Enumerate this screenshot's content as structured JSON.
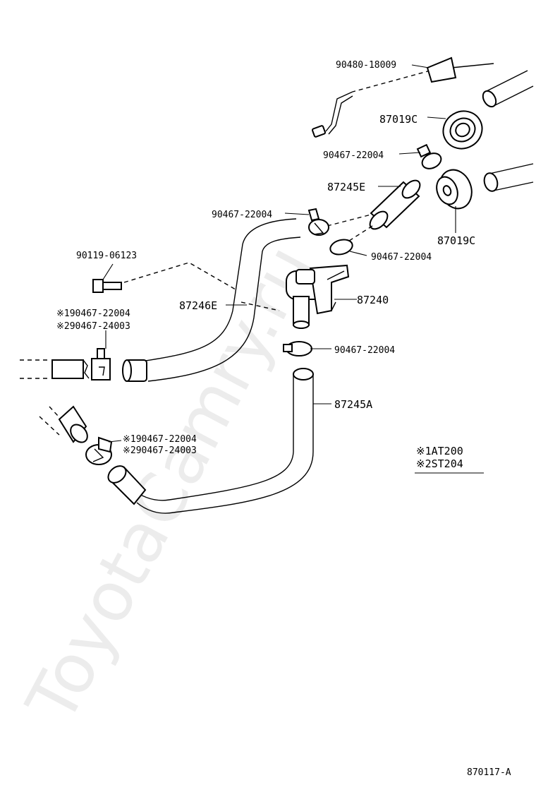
{
  "watermark": "ToyotaCamry.ru",
  "figure_code": "870117-A",
  "legend": {
    "items": [
      {
        "mark": "※1",
        "text": "AT200"
      },
      {
        "mark": "※2",
        "text": "ST204"
      }
    ]
  },
  "labels": {
    "cable": "90480-18009",
    "grommet_top": "87019C",
    "clamp_top": "90467-22004",
    "hose_e": "87245E",
    "clamp_left_upper": "90467-22004",
    "grommet_bottom": "87019C",
    "clamp_right_mid": "90467-22004",
    "bolt": "90119-06123",
    "valve": "87240",
    "hose_246e": "87246E",
    "clamp_left_alt1": "※190467-22004",
    "clamp_left_alt2": "※290467-24003",
    "clamp_below_valve": "90467-22004",
    "hose_a": "87245A",
    "clamp_lower_alt1": "※190467-22004",
    "clamp_lower_alt2": "※290467-24003"
  }
}
